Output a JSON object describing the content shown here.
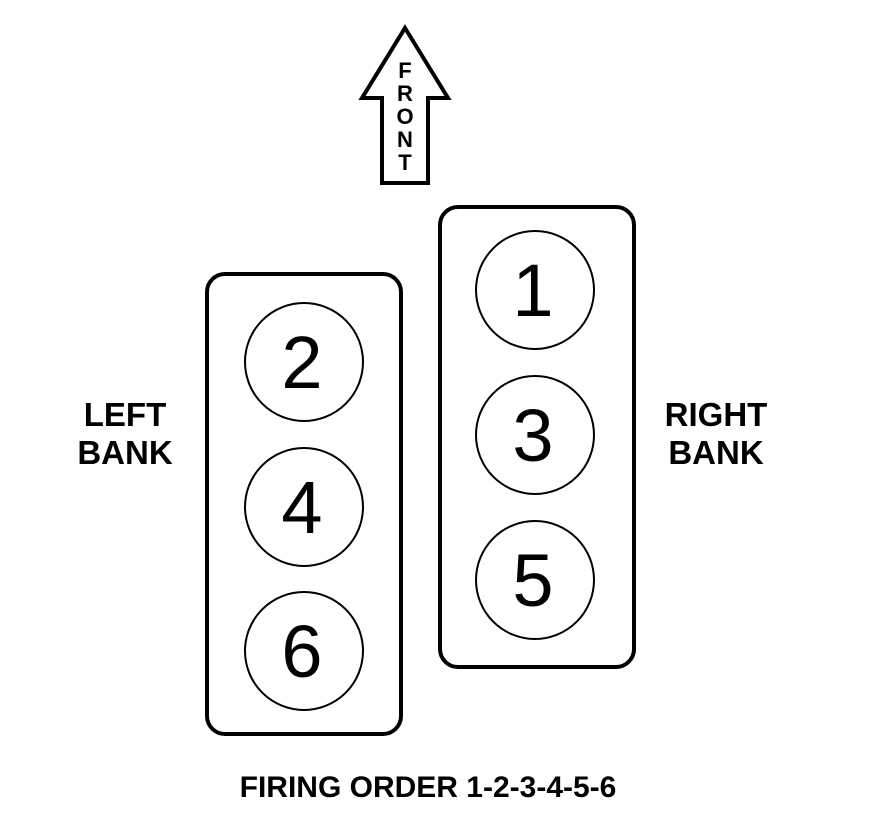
{
  "front_arrow": {
    "letters": [
      "F",
      "R",
      "O",
      "N",
      "T"
    ]
  },
  "left_bank": {
    "label_line1": "LEFT",
    "label_line2": "BANK",
    "cylinders": [
      "2",
      "4",
      "6"
    ]
  },
  "right_bank": {
    "label_line1": "RIGHT",
    "label_line2": "BANK",
    "cylinders": [
      "1",
      "3",
      "5"
    ]
  },
  "firing_order": "FIRING ORDER 1-2-3-4-5-6"
}
